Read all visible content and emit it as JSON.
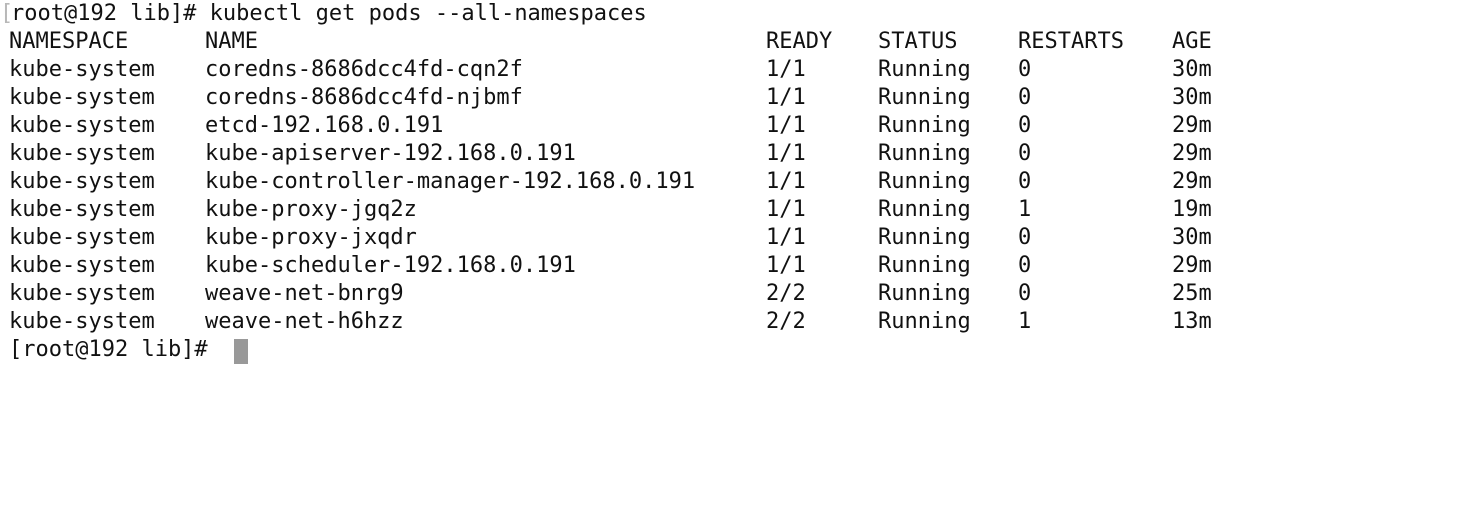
{
  "terminal": {
    "command_line": {
      "first_bracket": "[",
      "rest": "root@192 lib]# kubectl get pods --all-namespaces"
    },
    "headers": {
      "namespace": "NAMESPACE",
      "name": "NAME",
      "ready": "READY",
      "status": "STATUS",
      "restarts": "RESTARTS",
      "age": "AGE"
    },
    "rows": [
      {
        "namespace": "kube-system",
        "name": "coredns-8686dcc4fd-cqn2f",
        "ready": "1/1",
        "status": "Running",
        "restarts": "0",
        "age": "30m"
      },
      {
        "namespace": "kube-system",
        "name": "coredns-8686dcc4fd-njbmf",
        "ready": "1/1",
        "status": "Running",
        "restarts": "0",
        "age": "30m"
      },
      {
        "namespace": "kube-system",
        "name": "etcd-192.168.0.191",
        "ready": "1/1",
        "status": "Running",
        "restarts": "0",
        "age": "29m"
      },
      {
        "namespace": "kube-system",
        "name": "kube-apiserver-192.168.0.191",
        "ready": "1/1",
        "status": "Running",
        "restarts": "0",
        "age": "29m"
      },
      {
        "namespace": "kube-system",
        "name": "kube-controller-manager-192.168.0.191",
        "ready": "1/1",
        "status": "Running",
        "restarts": "0",
        "age": "29m"
      },
      {
        "namespace": "kube-system",
        "name": "kube-proxy-jgq2z",
        "ready": "1/1",
        "status": "Running",
        "restarts": "1",
        "age": "19m"
      },
      {
        "namespace": "kube-system",
        "name": "kube-proxy-jxqdr",
        "ready": "1/1",
        "status": "Running",
        "restarts": "0",
        "age": "30m"
      },
      {
        "namespace": "kube-system",
        "name": "kube-scheduler-192.168.0.191",
        "ready": "1/1",
        "status": "Running",
        "restarts": "0",
        "age": "29m"
      },
      {
        "namespace": "kube-system",
        "name": "weave-net-bnrg9",
        "ready": "2/2",
        "status": "Running",
        "restarts": "0",
        "age": "25m"
      },
      {
        "namespace": "kube-system",
        "name": "weave-net-h6hzz",
        "ready": "2/2",
        "status": "Running",
        "restarts": "1",
        "age": "13m"
      }
    ],
    "final_prompt": "[root@192 lib]# "
  },
  "colors": {
    "background": "#ffffff",
    "foreground": "#111111",
    "cursor": "#999999",
    "dim_bracket": "#b8b8b8"
  }
}
